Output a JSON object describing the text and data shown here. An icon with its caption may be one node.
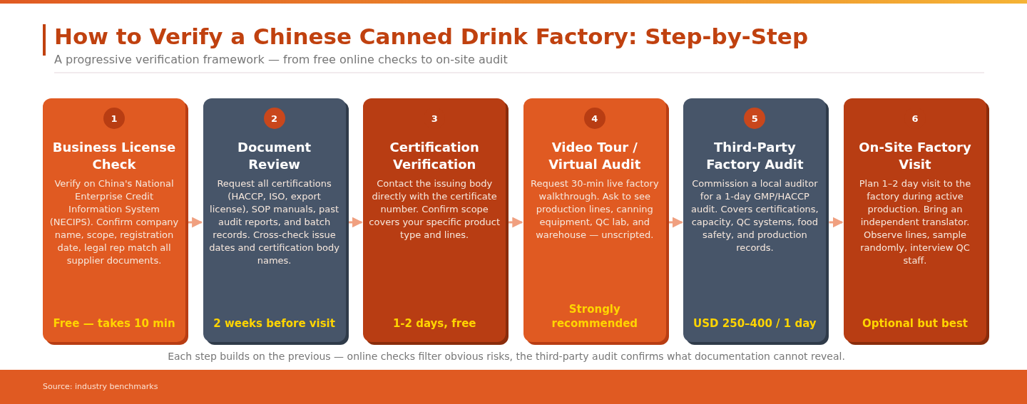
{
  "diagram": {
    "title": "How to Verify a Chinese Canned Drink Factory: Step-by-Step",
    "caption": "Each step builds on the previous — online checks filter obvious risks, the third-party audit confirms what documentation cannot reveal.",
    "nodes": [
      {
        "text": [
          "1",
          "Business License Check",
          "Verify on China's National Enterprise Credit Information System (NECIPS). Confirm company name, scope, registration date, legal rep match all supplier documents.",
          "Free — takes 10 min"
        ]
      },
      {
        "text": [
          "2",
          "Document Review",
          "Request all certifications (HACCP, ISO, export license), SOP manuals, past audit reports, and batch records. Cross-check issue dates and certification body names.",
          "2 weeks before visit"
        ]
      },
      {
        "text": [
          "3",
          "Certification Verification",
          "Contact the issuing body directly with the certificate number. Confirm scope covers your specific product type and lines.",
          "1-2 days, free"
        ]
      },
      {
        "text": [
          "4",
          "Video Tour / Virtual Audit",
          "Request 30-min live factory walkthrough. Ask to see production lines, canning equipment, QC lab, and warehouse — unscripted.",
          "Strongly recommended"
        ]
      },
      {
        "text": [
          "5",
          "Third-Party Factory Audit",
          "Commission a local auditor for a 1-day GMP/HACCP audit. Covers certifications, capacity, QC systems, food safety, and production records.",
          "USD 250–400 / 1 day"
        ]
      },
      {
        "text": [
          "6",
          "On-Site Factory Visit",
          "Plan 1–2 day visit to the factory during active production. Bring an independent translator. Observe lines, sample randomly, interview QC staff.",
          "Optional but best"
        ]
      }
    ],
    "edges": [
      {
        "from": 0,
        "to": 1,
        "arrow": "to"
      },
      {
        "from": 1,
        "to": 2,
        "arrow": "to"
      },
      {
        "from": 2,
        "to": 3,
        "arrow": "to"
      },
      {
        "from": 3,
        "to": 4,
        "arrow": "to"
      },
      {
        "from": 4,
        "to": 5,
        "arrow": "to"
      }
    ],
    "labels": [
      "A progressive verification framework — from free online checks to on-site audit",
      "Source: industry benchmarks"
    ]
  }
}
